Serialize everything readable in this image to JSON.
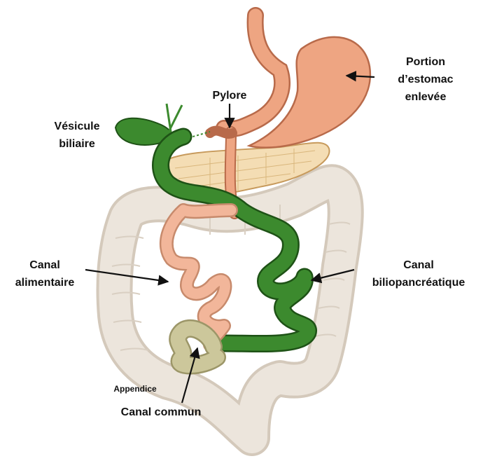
{
  "labels": {
    "estomac": [
      "Portion",
      "d’estomac",
      "enlevée"
    ],
    "pylore": "Pylore",
    "vesicule": [
      "Vésicule",
      "biliaire"
    ],
    "alimentaire": [
      "Canal",
      "alimentaire"
    ],
    "biliopancreatique": [
      "Canal",
      "biliopancréatique"
    ],
    "appendice": "Appendice",
    "commun": "Canal commun"
  },
  "colors": {
    "colon": "#ece5dc",
    "colon_shadow": "#d4c9bb",
    "stomach": "#eea582",
    "stomach_edge": "#b86a4a",
    "pancreas": "#f4ddb4",
    "bile_green": "#3c8a2e",
    "bile_green_edge": "#1e5216",
    "alimentary": "#f2b69a",
    "common": "#ccc79b",
    "arrow": "#111111"
  }
}
